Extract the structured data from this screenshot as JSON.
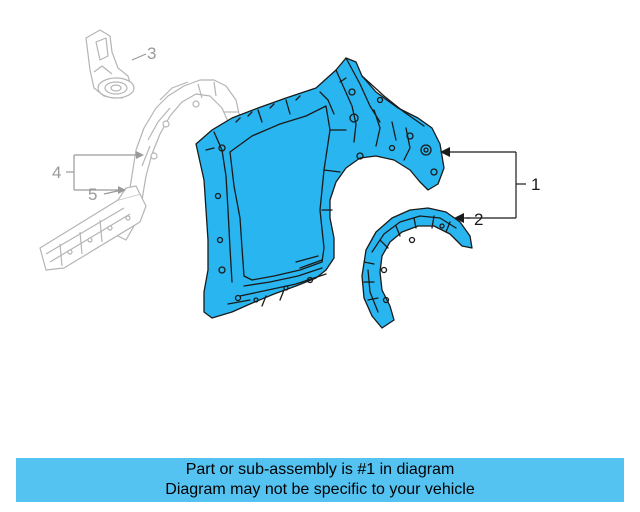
{
  "colors": {
    "highlight_fill": "#29b6f0",
    "line_dark": "#1a1a1a",
    "line_faded": "#b5b5b5",
    "text_faded": "#9a9a9a",
    "banner_bg": "#55c3f2"
  },
  "callouts": {
    "c1": "1",
    "c2": "2",
    "c3": "3",
    "c4": "4",
    "c5": "5"
  },
  "caption": {
    "line1": "Part or sub-assembly is #1 in diagram",
    "line2": "Diagram may not be specific to your vehicle"
  }
}
